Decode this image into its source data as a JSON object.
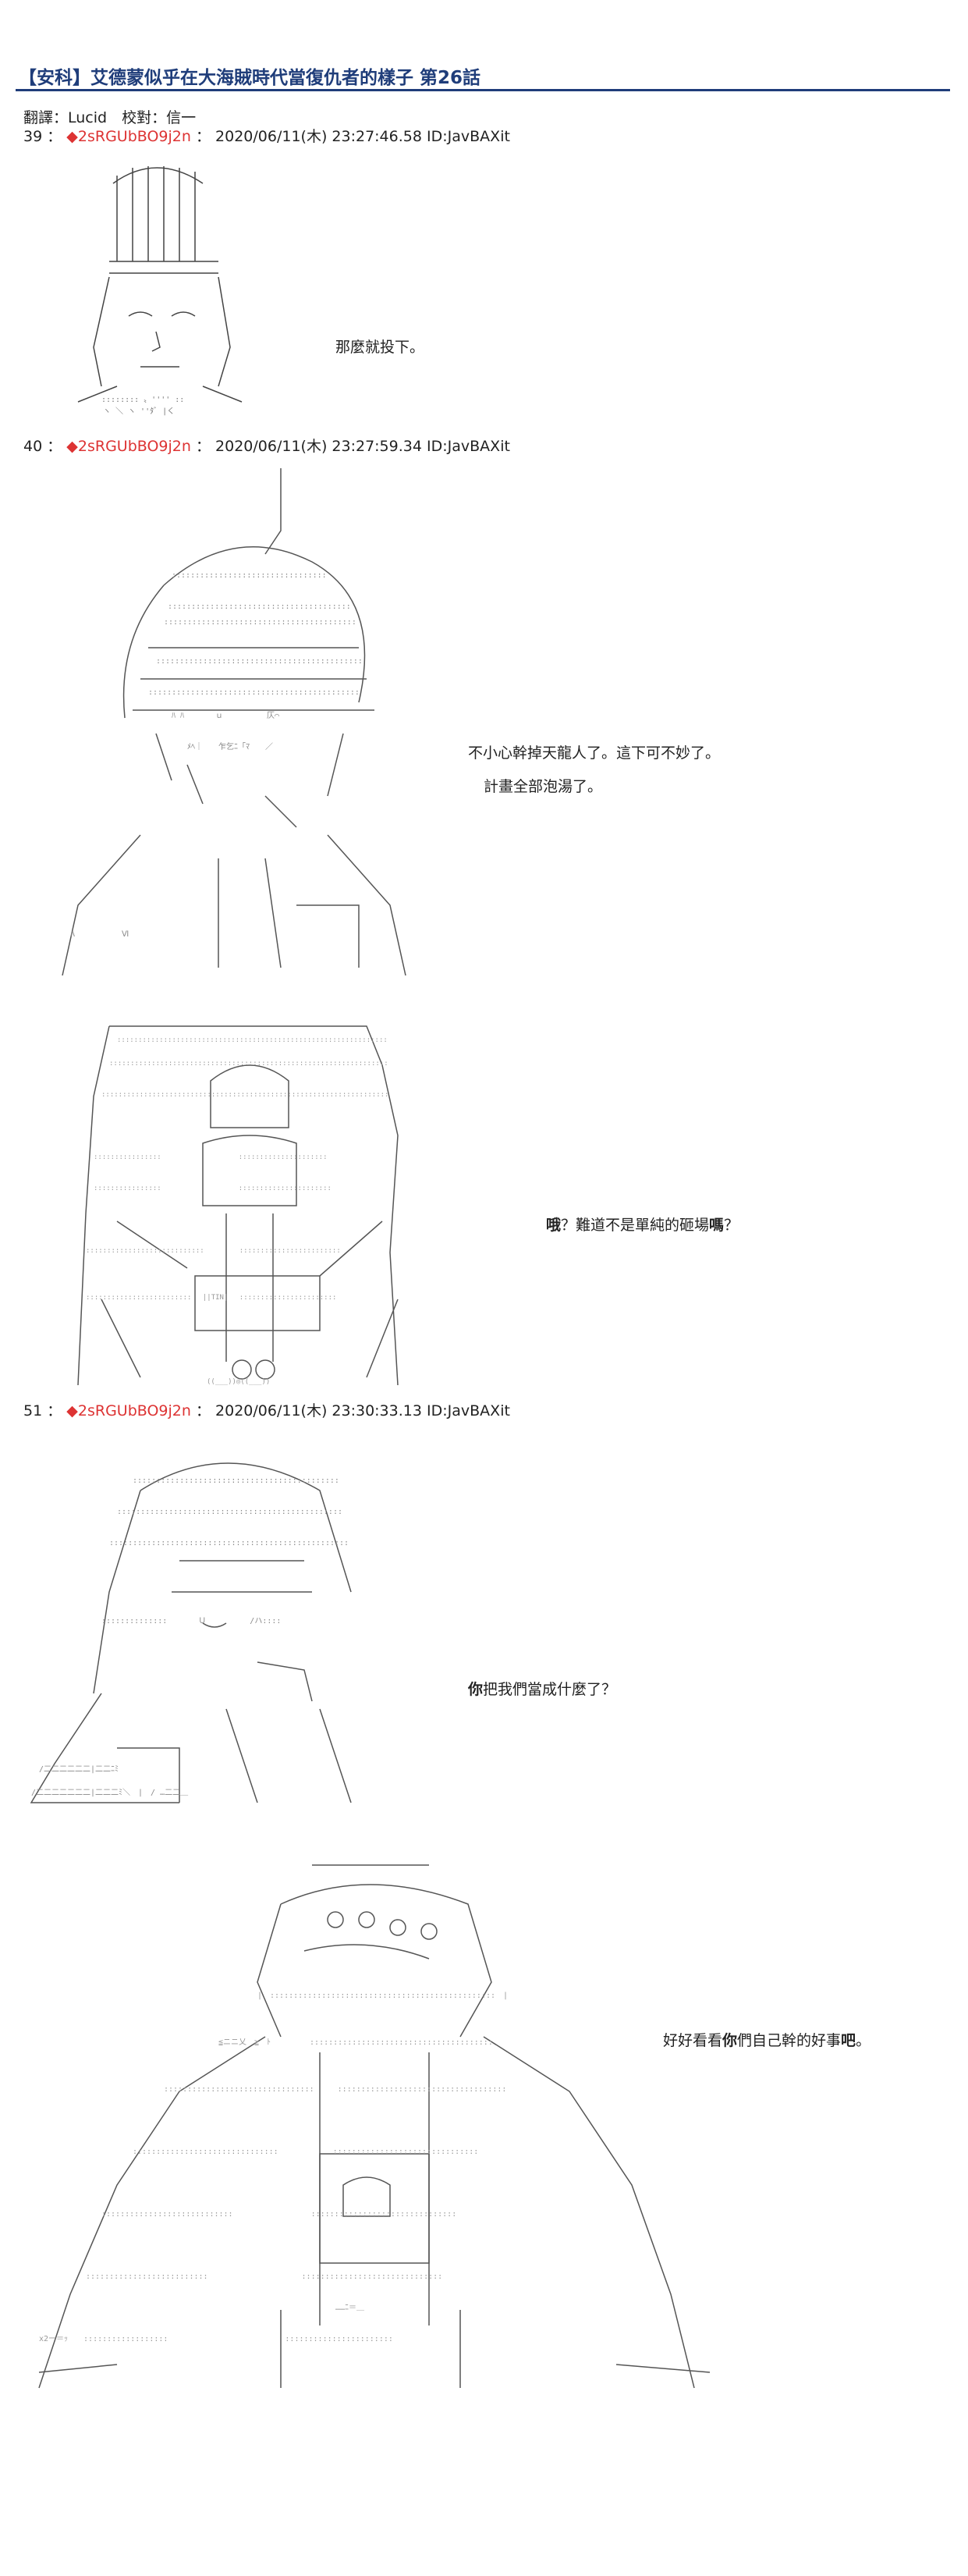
{
  "page": {
    "title": "【安科】艾德蒙似乎在大海賊時代當復仇者的樣子 第26話",
    "credits": "翻譯：Lucid　校對：信一"
  },
  "posts": [
    {
      "number": "39",
      "trip": "◆2sRGUbBO9j2n",
      "datetime": "2020/06/11(木) 23:27:46.58",
      "id": "ID:JavBAXit"
    },
    {
      "number": "40",
      "trip": "◆2sRGUbBO9j2n",
      "datetime": "2020/06/11(木) 23:27:59.34",
      "id": "ID:JavBAXit"
    },
    {
      "number": "51",
      "trip": "◆2sRGUbBO9j2n",
      "datetime": "2020/06/11(木) 23:30:33.13",
      "id": "ID:JavBAXit"
    }
  ],
  "dialogue": {
    "d1": "那麼就投下。",
    "d2a": "不小心幹掉天龍人了。這下可不妙了。",
    "d2b": "計畫全部泡湯了。",
    "d3_pre": "哦",
    "d3_mid": "？難道不是單純的砸場",
    "d3_bold": "嗎",
    "d3_post": "？",
    "d4_bold": "你",
    "d4_rest": "把我們當成什麼了？",
    "d5_pre": "好好看看",
    "d5_bold1": "你",
    "d5_mid": "們自己幹的好事",
    "d5_bold2": "吧",
    "d5_post": "。"
  },
  "colors": {
    "title": "#1f3d7a",
    "trip": "#dd3333",
    "text": "#222222"
  }
}
